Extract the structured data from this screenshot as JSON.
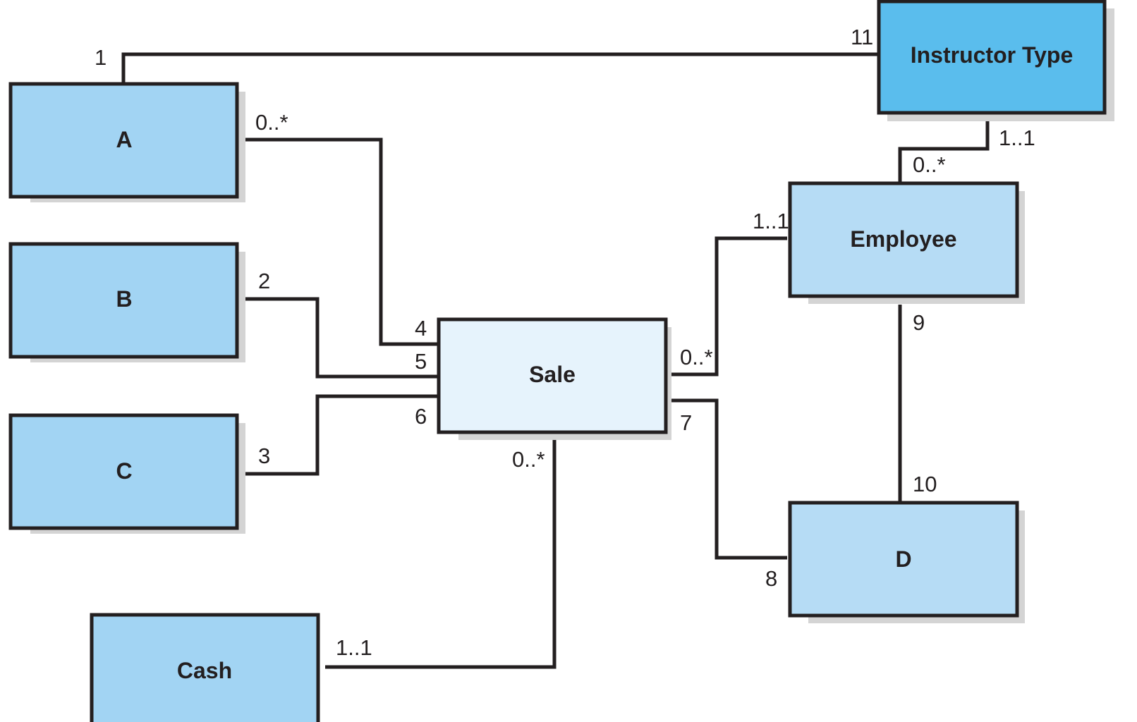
{
  "colors": {
    "stroke": "#231f20",
    "instructor_type_fill": "#5abded",
    "class_fill": "#a2d4f3",
    "employee_fill": "#b6dcf5",
    "sale_fill": "#e6f3fc",
    "shadow": "#d4d4d4"
  },
  "classes": {
    "a": "A",
    "b": "B",
    "c": "C",
    "cash": "Cash",
    "sale": "Sale",
    "employee": "Employee",
    "d": "D",
    "instructor_type": "Instructor Type"
  },
  "multiplicities": {
    "m1": "1",
    "m11": "11",
    "a_sale": "0..*",
    "m2": "2",
    "m3": "3",
    "m4": "4",
    "m5": "5",
    "m6": "6",
    "m7": "7",
    "m8": "8",
    "m9": "9",
    "m10": "10",
    "sale_employee": "0..*",
    "employee_sale": "1..1",
    "instructor_employee": "1..1",
    "employee_instructor": "0..*",
    "sale_cash": "0..*",
    "cash_sale": "1..1"
  }
}
